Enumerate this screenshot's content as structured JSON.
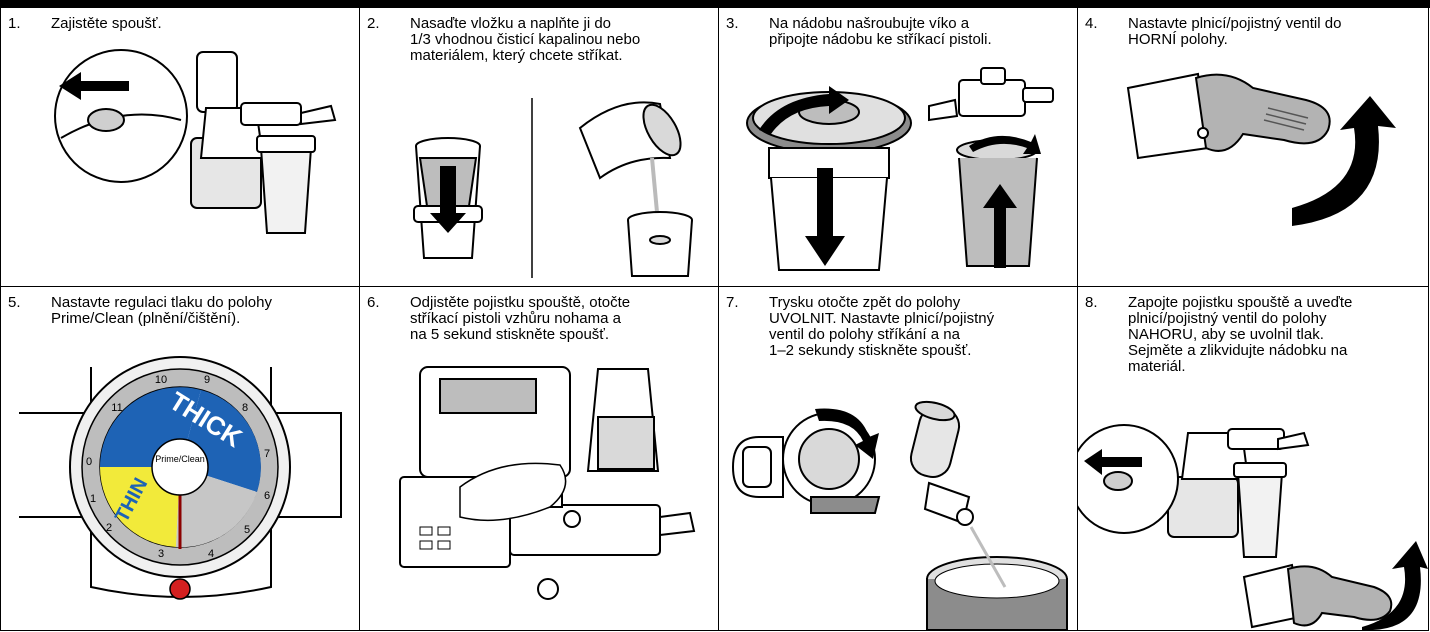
{
  "steps": [
    {
      "number": "1.",
      "text": "Zajistěte spoušť."
    },
    {
      "number": "2.",
      "text": "Nasaďte vložku a naplňte ji do\n1/3 vhodnou čisticí kapalinou nebo\nmateriálem, který chcete stříkat."
    },
    {
      "number": "3.",
      "text": "Na nádobu našroubujte víko a\npřipojte nádobu ke stříkací pistoli."
    },
    {
      "number": "4.",
      "text": "Nastavte plnicí/pojistný ventil do\nHORNÍ polohy."
    },
    {
      "number": "5.",
      "text": "Nastavte regulaci tlaku do polohy\nPrime/Clean (plnění/čištění)."
    },
    {
      "number": "6.",
      "text": "Odjistěte pojistku spouště, otočte\nstříkací pistoli vzhůru nohama a\nna 5 sekund stiskněte spoušť."
    },
    {
      "number": "7.",
      "text": "Trysku otočte zpět do polohy\nUVOLNIT. Nastavte plnicí/pojistný\nventil do polohy stříkání a na\n1–2 sekundy stiskněte spoušť."
    },
    {
      "number": "8.",
      "text": "Zapojte pojistku spouště a uveďte\nplnicí/pojistný ventil do polohy\nNAHORU, aby se uvolnil tlak.\nSejměte a zlikvidujte nádobku na\nmateriál."
    }
  ],
  "dial": {
    "thick": "THICK",
    "thin": "THIN",
    "center": "Prime/Clean",
    "numbers": [
      "0",
      "1",
      "2",
      "3",
      "4",
      "5",
      "6",
      "7",
      "8",
      "9",
      "10",
      "11"
    ]
  },
  "colors": {
    "dial_blue": "#1e63b5",
    "dial_yellow": "#f2ea3a",
    "knob_red": "#d42020",
    "line": "#000000",
    "fill_grey": "#d9d9d9"
  }
}
